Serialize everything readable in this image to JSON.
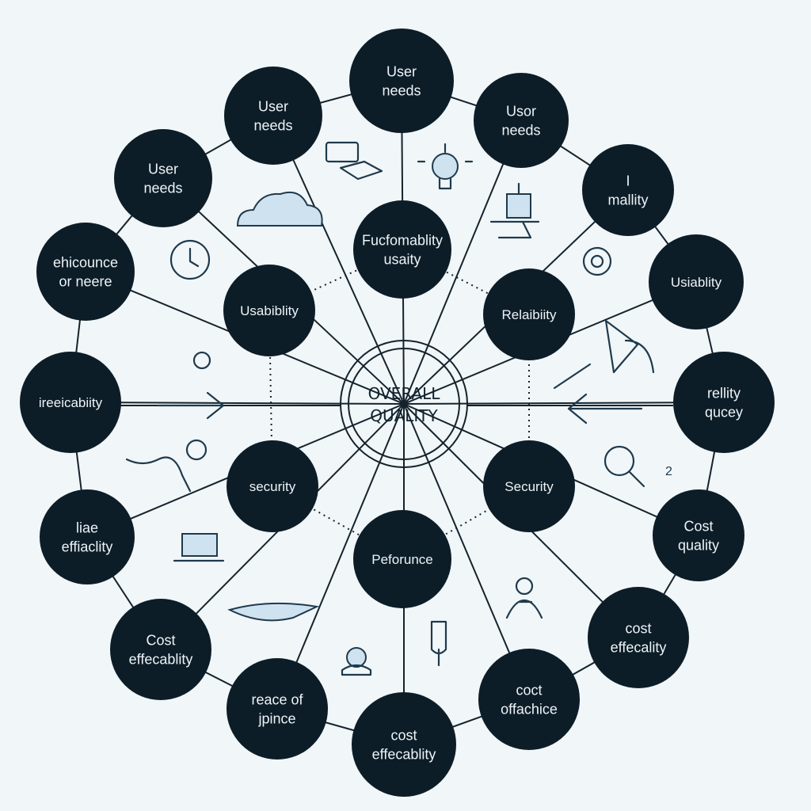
{
  "center": {
    "line1": "OVERALL",
    "line2": "QUALITY"
  },
  "colors": {
    "node": "#0c1d28",
    "background": "#f1f6f8",
    "line": "#15232d",
    "icon_fill": "#cfe2ef"
  },
  "inner_nodes": [
    {
      "id": "inner-top",
      "lines": [
        "Fucfomablity",
        "usaity"
      ]
    },
    {
      "id": "inner-top-right",
      "lines": [
        "Relaibiity"
      ]
    },
    {
      "id": "inner-bottom-right",
      "lines": [
        "Security"
      ]
    },
    {
      "id": "inner-bottom",
      "lines": [
        "Peforunce"
      ]
    },
    {
      "id": "inner-bottom-left",
      "lines": [
        "security"
      ]
    },
    {
      "id": "inner-top-left",
      "lines": [
        "Usabiblity"
      ]
    }
  ],
  "outer_nodes": [
    {
      "id": "outer-1",
      "lines": [
        "User",
        "needs"
      ]
    },
    {
      "id": "outer-2",
      "lines": [
        "Usor",
        "needs"
      ]
    },
    {
      "id": "outer-3",
      "lines": [
        "I",
        "mallity"
      ]
    },
    {
      "id": "outer-4",
      "lines": [
        "Usiablity"
      ]
    },
    {
      "id": "outer-5",
      "lines": [
        "rellity",
        "qucey"
      ]
    },
    {
      "id": "outer-6",
      "lines": [
        "Cost",
        "quality"
      ]
    },
    {
      "id": "outer-7",
      "lines": [
        "cost",
        "effecality"
      ]
    },
    {
      "id": "outer-8",
      "lines": [
        "coct",
        "offachice"
      ]
    },
    {
      "id": "outer-9",
      "lines": [
        "cost",
        "effecablity"
      ]
    },
    {
      "id": "outer-10",
      "lines": [
        "reace of",
        "jpince"
      ]
    },
    {
      "id": "outer-11",
      "lines": [
        "Cost",
        "effecablity"
      ]
    },
    {
      "id": "outer-12",
      "lines": [
        "liae",
        "effiaclity"
      ]
    },
    {
      "id": "outer-13",
      "lines": [
        "ireeicabiity"
      ]
    },
    {
      "id": "outer-14",
      "lines": [
        "ehicounce",
        "or neere"
      ]
    },
    {
      "id": "outer-15",
      "lines": [
        "User",
        "needs"
      ]
    },
    {
      "id": "outer-16",
      "lines": [
        "User",
        "needs"
      ]
    }
  ],
  "icons": [
    "chat-bubble-icon",
    "lightbulb-icon",
    "robot-icon",
    "cloud-icon",
    "clock-icon",
    "gear-icon",
    "fan-icon",
    "flower-icon",
    "arrow-right-icon",
    "arrow-left-icon",
    "magnifier-icon",
    "laptop-icon",
    "airplane-icon",
    "people-icon",
    "person-icon",
    "usb-icon"
  ],
  "annotations": {
    "number": "2"
  }
}
